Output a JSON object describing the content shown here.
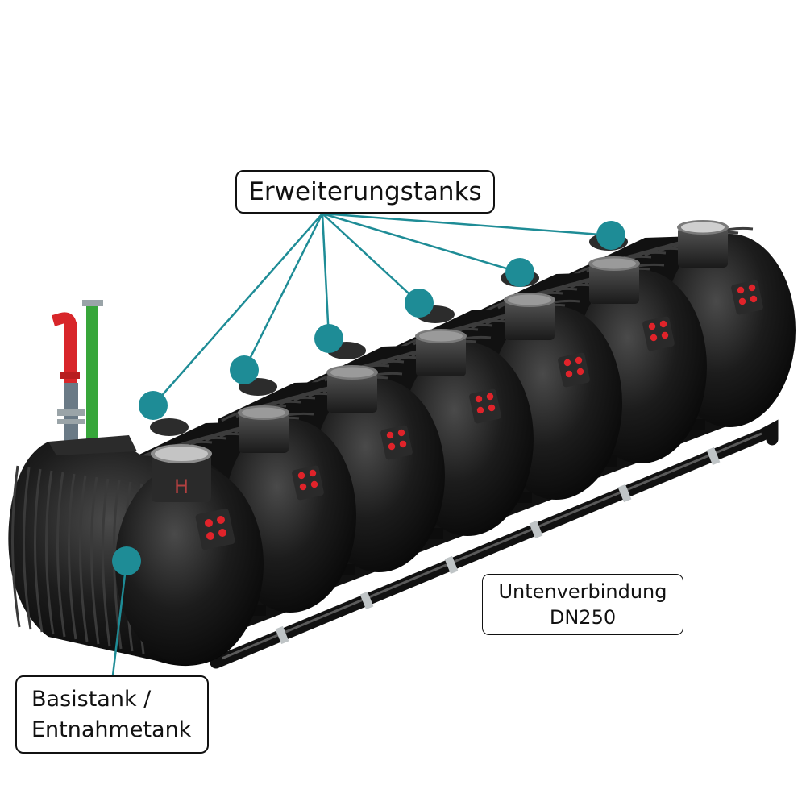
{
  "labels": {
    "extension_tanks": "Erweiterungstanks",
    "base_tank_line1": "Basistank /",
    "base_tank_line2": "Entnahmetank",
    "bottom_connection_line1": "Untenverbindung",
    "bottom_connection_line2": "DN250"
  },
  "colors": {
    "callout": "#1e8c96",
    "tank": "#141414",
    "pipe_red": "#d8262a",
    "pipe_green": "#37a63a",
    "port_red": "#e0232a"
  },
  "icons": {
    "extension_tank": "tank-icon",
    "base_tank": "tank-icon",
    "connector_pipe": "pipe-icon",
    "callout_marker": "dot-icon"
  }
}
